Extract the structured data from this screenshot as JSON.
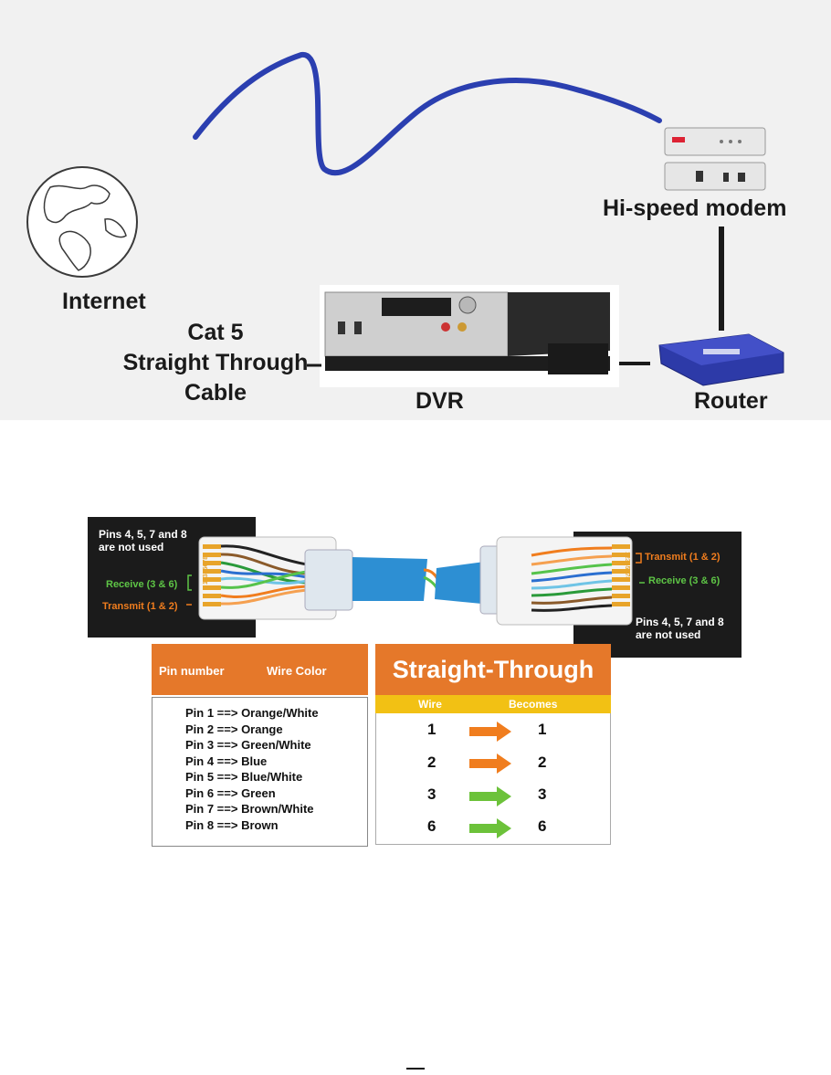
{
  "network": {
    "internet_label": "Internet",
    "modem_label": "Hi-speed modem",
    "router_label": "Router",
    "dvr_label": "DVR",
    "cable_label_lines": [
      "Cat 5",
      "Straight Through",
      "Cable"
    ]
  },
  "wiring": {
    "left_note": [
      "Pins 4, 5, 7 and 8",
      "are not used"
    ],
    "right_note": [
      "Pins 4, 5, 7 and 8",
      "are not used"
    ],
    "left_receive": "Receive (3 & 6)",
    "left_transmit": "Transmit (1 & 2)",
    "right_transmit": "Transmit (1 & 2)",
    "right_receive": "Receive (3 & 6)",
    "left_pin_digits": "12345678",
    "right_pin_digits": "12345678"
  },
  "pin_table": {
    "header_pin": "Pin number",
    "header_color": "Wire Color",
    "rows": [
      "Pin 1 ==> Orange/White",
      "Pin 2 ==> Orange",
      "Pin 3 ==> Green/White",
      "Pin 4 ==> Blue",
      "Pin 5 ==> Blue/White",
      "Pin 6 ==> Green",
      "Pin 7 ==> Brown/White",
      "Pin 8 ==> Brown"
    ]
  },
  "straight_through": {
    "title": "Straight-Through",
    "col_wire": "Wire",
    "col_becomes": "Becomes",
    "rows": [
      {
        "wire": "1",
        "becomes": "1",
        "arrow_color": "#f07d1e"
      },
      {
        "wire": "2",
        "becomes": "2",
        "arrow_color": "#f07d1e"
      },
      {
        "wire": "3",
        "becomes": "3",
        "arrow_color": "#6cc23a"
      },
      {
        "wire": "6",
        "becomes": "6",
        "arrow_color": "#6cc23a"
      }
    ]
  },
  "colors": {
    "cable_blue": "#2b3fb0",
    "table_orange": "#e5782a",
    "table_yellow": "#f2c114",
    "jacket_blue": "#2d8fd3"
  }
}
